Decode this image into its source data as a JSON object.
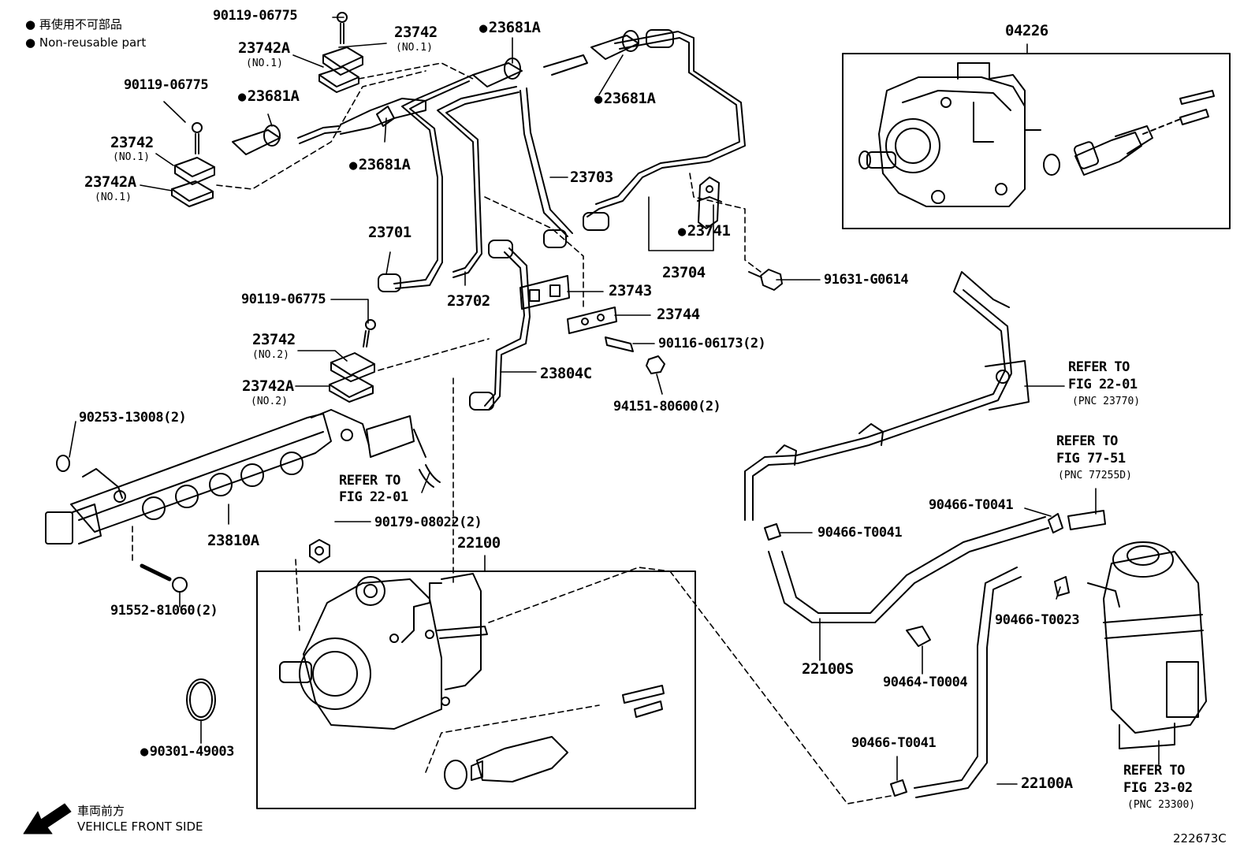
{
  "legend": {
    "bullet": "●",
    "non_reusable_jp": "再使用不可部品",
    "non_reusable_en": "Non-reusable part"
  },
  "labels": {
    "p04226": "04226",
    "p23681A_top": "23681A",
    "p23681A_right": "23681A",
    "p23681A_left": "23681A",
    "p23681A_mid": "23681A",
    "p90119_top": "90119-06775",
    "p90119_left": "90119-06775",
    "p90119_mid": "90119-06775",
    "p23742_top": "23742",
    "p23742_top_sub": "(NO.1)",
    "p23742A_top": "23742A",
    "p23742A_top_sub": "(NO.1)",
    "p23742_left": "23742",
    "p23742_left_sub": "(NO.1)",
    "p23742A_left": "23742A",
    "p23742A_left_sub": "(NO.1)",
    "p23742_mid": "23742",
    "p23742_mid_sub": "(NO.2)",
    "p23742A_mid": "23742A",
    "p23742A_mid_sub": "(NO.2)",
    "p23703": "23703",
    "p23701": "23701",
    "p23702": "23702",
    "p23741": "23741",
    "p23704": "23704",
    "p91631": "91631-G0614",
    "p23743": "23743",
    "p23744": "23744",
    "p90116": "90116-06173(2)",
    "p94151": "94151-80600(2)",
    "p23804C": "23804C",
    "p90253": "90253-13008(2)",
    "p23810A": "23810A",
    "p91552": "91552-81060(2)",
    "p90179": "90179-08022(2)",
    "p22100": "22100",
    "p90301": "90301-49003",
    "p22100S": "22100S",
    "p22100A": "22100A",
    "p90466_a": "90466-T0041",
    "p90466_b": "90466-T0041",
    "p90466_c": "90466-T0041",
    "p90466_d": "90466-T0023",
    "p90464": "90464-T0004"
  },
  "refs": {
    "r1_line1": "REFER TO",
    "r1_line2": "FIG 22-01",
    "r1_line3": "(PNC 23770)",
    "r2_line1": "REFER TO",
    "r2_line2": "FIG 77-51",
    "r2_line3": "(PNC 77255D)",
    "r3_line1": "REFER TO",
    "r3_line2": "FIG 22-01",
    "r4_line1": "REFER TO",
    "r4_line2": "FIG 23-02",
    "r4_line3": "(PNC 23300)"
  },
  "front": {
    "jp": "車両前方",
    "en": "VEHICLE FRONT SIDE"
  },
  "figure_id": "222673C",
  "icons": {
    "front_arrow": "arrow-down-left-icon"
  }
}
